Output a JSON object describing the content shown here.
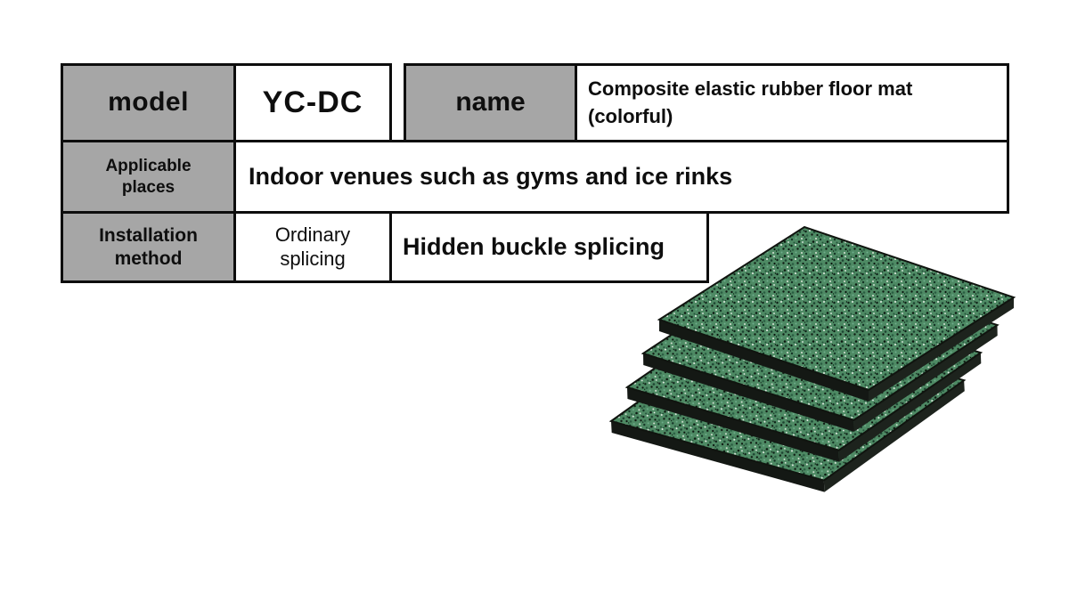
{
  "table": {
    "model_label": "model",
    "model_value": "YC-DC",
    "name_label": "name",
    "name_value": "Composite elastic rubber floor mat (colorful)",
    "applicable_label": "Applicable places",
    "applicable_value": "Indoor venues such as gyms and ice rinks",
    "installation_label": "Installation method",
    "installation_value_1": "Ordinary splicing",
    "installation_value_2": "Hidden buckle splicing"
  },
  "image": {
    "description": "stack of four green speckled composite rubber floor mats"
  },
  "colors": {
    "header_cell_bg": "#a6a6a6",
    "border": "#0d0d0d",
    "mat_green": "#4e8a64",
    "mat_edge_dark": "#161a16"
  }
}
